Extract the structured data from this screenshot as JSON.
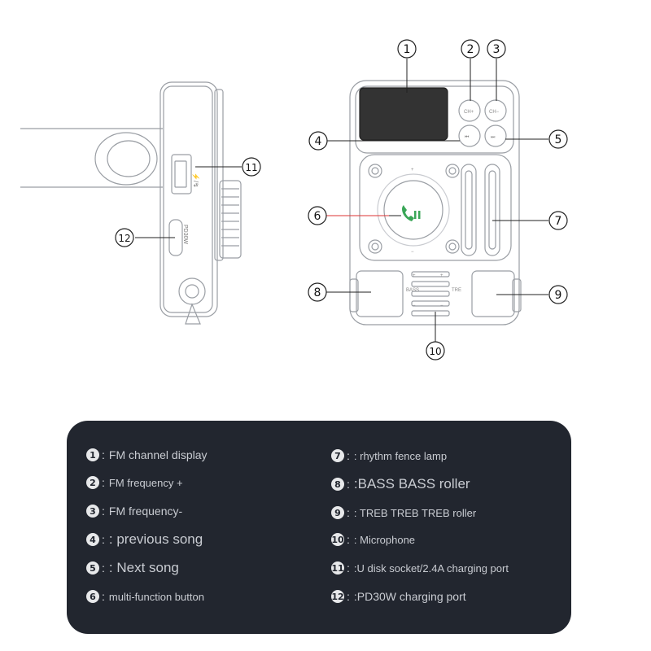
{
  "callouts": [
    "1",
    "2",
    "3",
    "4",
    "5",
    "6",
    "7",
    "8",
    "9",
    "10",
    "11",
    "12"
  ],
  "device": {
    "ch_plus": "CH+",
    "ch_minus": "CH−",
    "prev": "⏮",
    "next": "⏭",
    "bass": "BASS",
    "treb": "TRE",
    "plus": "+",
    "minus": "−",
    "side_port_label": "PD30W",
    "side_usb_label": "⚡/↯"
  },
  "legend": {
    "left": [
      {
        "num": "1",
        "sep": ":",
        "text": "FM channel display",
        "size": "md"
      },
      {
        "num": "2",
        "sep": ":",
        "text": "FM frequency +",
        "size": "sm"
      },
      {
        "num": "3",
        "sep": ":",
        "text": "FM frequency-",
        "size": "md"
      },
      {
        "num": "4",
        "sep": ":",
        "text": ": previous song",
        "size": "lg"
      },
      {
        "num": "5",
        "sep": ":",
        "text": ": Next song",
        "size": "lg"
      },
      {
        "num": "6",
        "sep": ":",
        "text": "multi-function button",
        "size": "sm"
      }
    ],
    "right": [
      {
        "num": "7",
        "sep": ":",
        "text": ": rhythm fence lamp",
        "size": "sm"
      },
      {
        "num": "8",
        "sep": ":",
        "text": ":BASS BASS roller",
        "size": "lg"
      },
      {
        "num": "9",
        "sep": ":",
        "text": ": TREB TREB TREB roller",
        "size": "sm"
      },
      {
        "num": "10",
        "sep": ":",
        "text": ": Microphone",
        "size": "sm"
      },
      {
        "num": "11",
        "sep": ":",
        "text": ":U disk socket/2.4A charging port",
        "size": "sm"
      },
      {
        "num": "12",
        "sep": ":",
        "text": ":PD30W charging port",
        "size": "md"
      }
    ]
  }
}
